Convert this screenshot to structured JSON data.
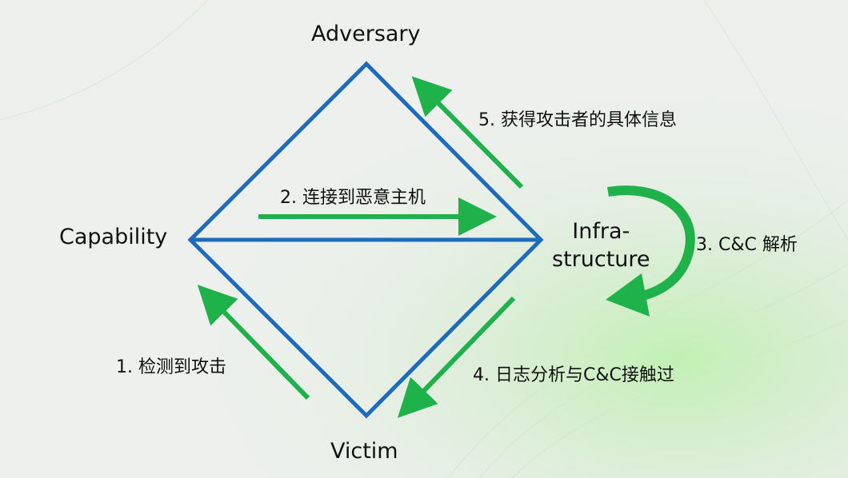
{
  "nodes": {
    "adversary": "Adversary",
    "capability": "Capability",
    "infrastructure_line1": "Infra-",
    "infrastructure_line2": "structure",
    "victim": "Victim"
  },
  "steps": {
    "s1": "1. 检测到攻击",
    "s2": "2. 连接到恶意主机",
    "s3": "3. C&C 解析",
    "s4": "4. 日志分析与C&C接触过",
    "s5": "5. 获得攻击者的具体信息"
  },
  "colors": {
    "diamond": "#1c6bbd",
    "arrow": "#1fb14a",
    "background": "#eef1ee"
  }
}
